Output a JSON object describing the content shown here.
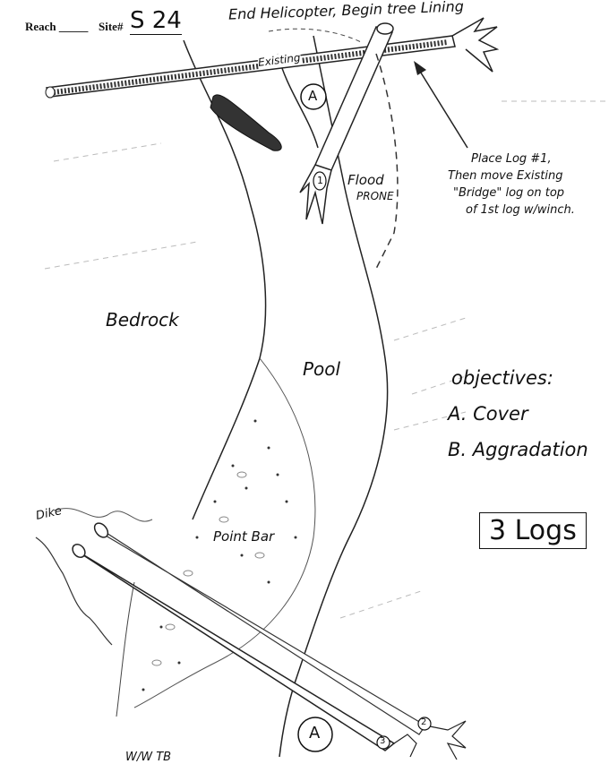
{
  "header": {
    "reach_label": "Reach _____",
    "site_label": "Site#",
    "site_value": "S 24"
  },
  "annotations": {
    "top_note": "End Helicopter, Begin tree Lining",
    "existing_log": "Existing",
    "flood_prone_1": "Flood",
    "flood_prone_2": "PRONE",
    "place_log_lines": [
      "Place Log #1,",
      "Then move Existing",
      "\"Bridge\" log on top",
      "of 1st log w/winch."
    ],
    "bedrock": "Bedrock",
    "pool": "Pool",
    "point_bar": "Point Bar",
    "dike": "Dike",
    "bottom_partial": "W/W  TB"
  },
  "objectives": {
    "title": "objectives:",
    "items": [
      "A. Cover",
      "B. Aggradation"
    ]
  },
  "log_count": "3 Logs",
  "markers": {
    "a_top": "A",
    "a_bottom": "A",
    "log_1": "1",
    "log_2": "2",
    "log_3": "3"
  }
}
